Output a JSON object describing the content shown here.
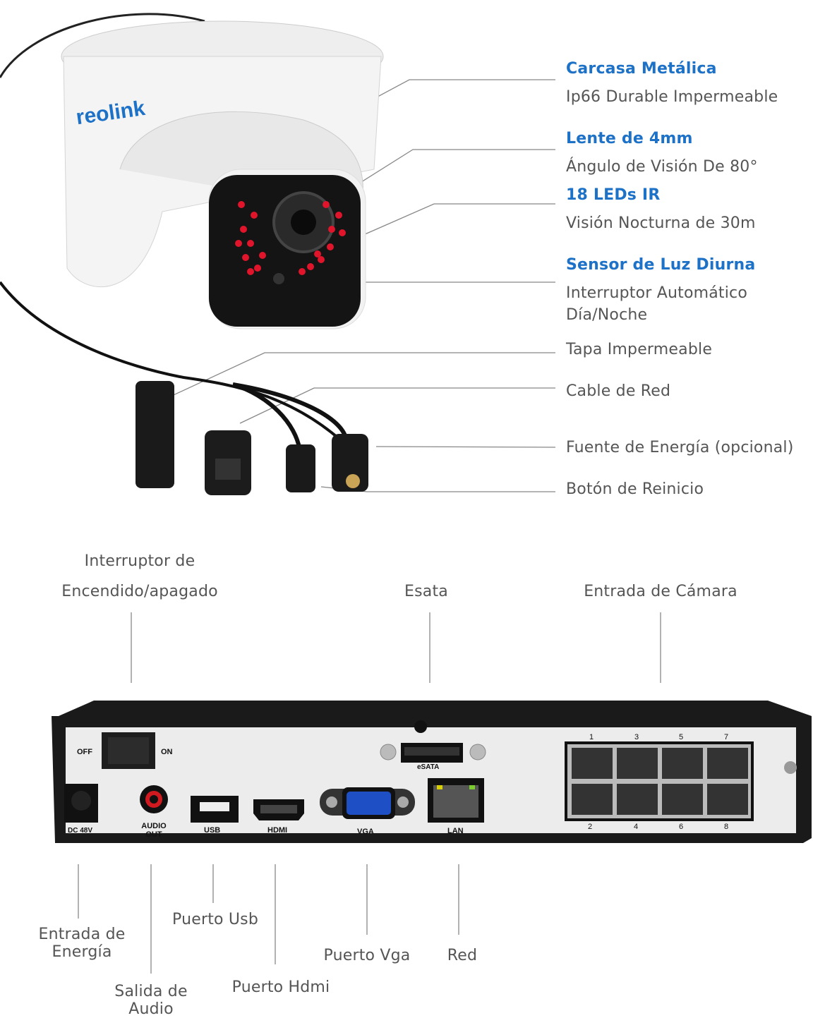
{
  "camera": {
    "brand_logo": "reolink",
    "features": [
      {
        "title": "Carcasa Metálica",
        "subtitle": "Ip66 Durable Impermeable"
      },
      {
        "title": "Lente de 4mm",
        "subtitle": "Ángulo de Visión De 80°"
      },
      {
        "title": "18 LEDs IR",
        "subtitle": "Visión Nocturna de 30m"
      },
      {
        "title": "Sensor de Luz Diurna",
        "subtitle": "Interruptor Automático",
        "subtitle2": "Día/Noche"
      }
    ],
    "cable_parts": [
      "Tapa Impermeable",
      "Cable de Red",
      "Fuente de Energía (opcional)",
      "Botón de Reinicio"
    ]
  },
  "nvr": {
    "top_labels": {
      "power_switch_1": "Interruptor de",
      "power_switch_2": "Encendido/apagado",
      "esata": "Esata",
      "camera_input": "Entrada de Cámara"
    },
    "bottom_labels": {
      "power_input_1": "Entrada de",
      "power_input_2": "Energía",
      "audio_out_1": "Salida de",
      "audio_out_2": "Audio",
      "usb": "Puerto Usb",
      "hdmi": "Puerto Hdmi",
      "vga": "Puerto Vga",
      "network": "Red"
    },
    "panel_labels": {
      "off": "OFF",
      "on": "ON",
      "dc": "DC 48V",
      "audio1": "AUDIO",
      "audio2": "OUT",
      "usb": "USB",
      "hdmi": "HDMI",
      "vga": "VGA",
      "esata": "eSATA",
      "lan": "LAN",
      "ports_top": [
        "1",
        "3",
        "5",
        "7"
      ],
      "ports_bottom": [
        "2",
        "4",
        "6",
        "8"
      ]
    }
  },
  "colors": {
    "accent": "#1d72c7",
    "text": "#555555",
    "led": "#e0142a"
  }
}
